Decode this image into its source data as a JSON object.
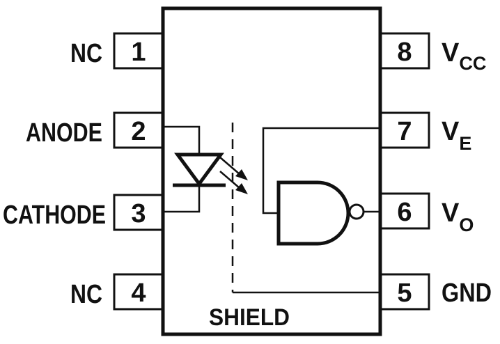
{
  "package": {
    "shield_label": "SHIELD"
  },
  "pins": {
    "p1": {
      "number": "1",
      "name": "NC"
    },
    "p2": {
      "number": "2",
      "name": "ANODE"
    },
    "p3": {
      "number": "3",
      "name": "CATHODE"
    },
    "p4": {
      "number": "4",
      "name": "NC"
    },
    "p5": {
      "number": "5",
      "name": "GND"
    },
    "p6": {
      "number": "6",
      "name": "V",
      "sub": "O"
    },
    "p7": {
      "number": "7",
      "name": "V",
      "sub": "E"
    },
    "p8": {
      "number": "8",
      "name": "V",
      "sub": "CC"
    }
  },
  "colors": {
    "ink": "#111111",
    "background": "#ffffff"
  }
}
